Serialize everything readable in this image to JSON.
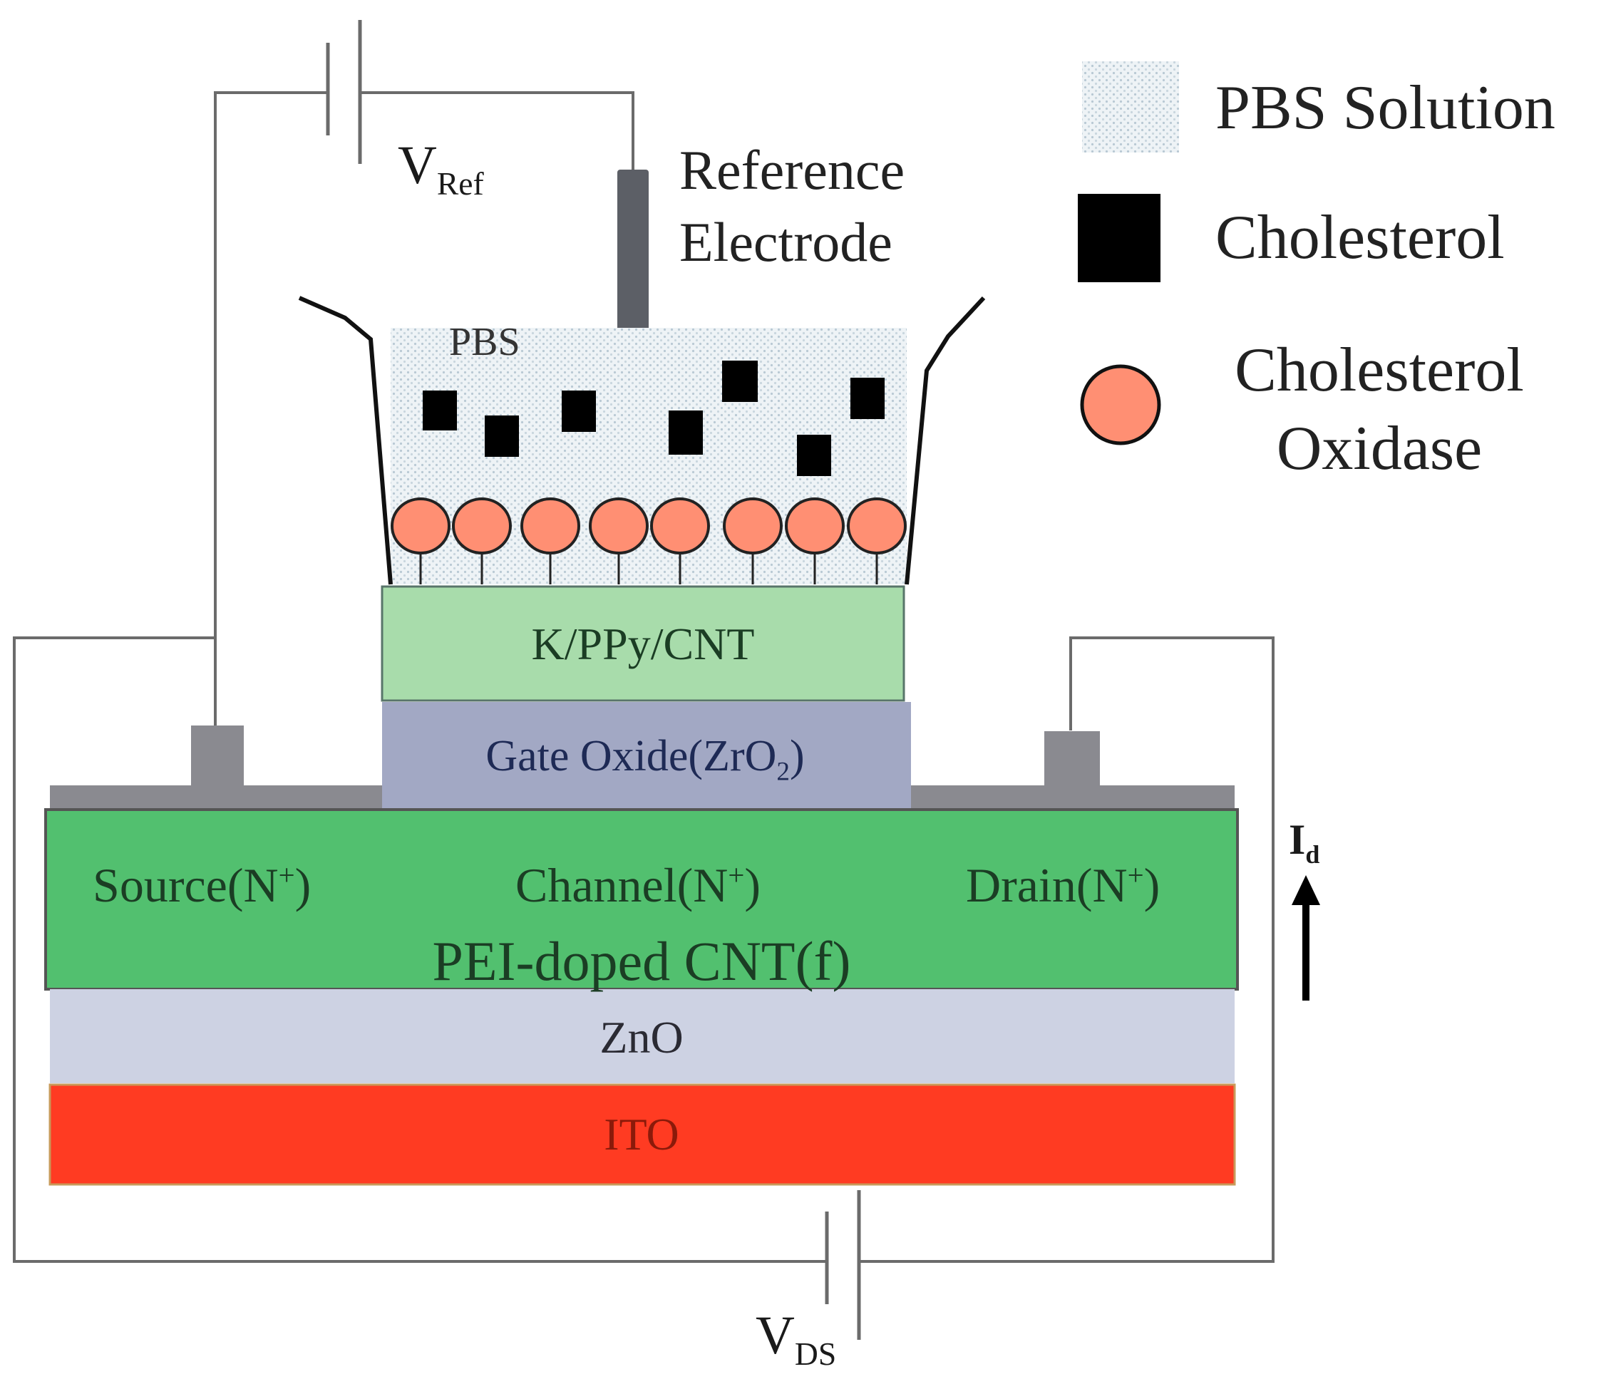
{
  "legend": {
    "pbs_solution": "PBS Solution",
    "cholesterol": "Cholesterol",
    "cholesterol_oxidase_line1": "Cholesterol",
    "cholesterol_oxidase_line2": "Oxidase"
  },
  "circuit": {
    "v_ref_main": "V",
    "v_ref_sub": "Ref",
    "v_ds_main": "V",
    "v_ds_sub": "DS",
    "i_d_main": "I",
    "i_d_sub": "d"
  },
  "electrode": {
    "line1": "Reference",
    "line2": "Electrode"
  },
  "well": {
    "pbs": "PBS"
  },
  "layers": {
    "k_ppy_cnt": "K/PPy/CNT",
    "gate_oxide_pre": "Gate Oxide(ZrO",
    "gate_oxide_sub": "2",
    "gate_oxide_post": ")",
    "source_pre": "Source(N",
    "source_sup": "+",
    "source_post": ")",
    "channel_pre": "Channel(N",
    "channel_sup": "+",
    "channel_post": ")",
    "drain_pre": "Drain(N",
    "drain_sup": "+",
    "drain_post": ")",
    "pei_cnt": "PEI-doped CNT(f)",
    "zno": "ZnO",
    "ito": "ITO"
  },
  "colors": {
    "wire": "#6b6b6b",
    "contact": "#8a8a90",
    "k_ppy_cnt": "#a8dcab",
    "gate_oxide": "#a2a8c4",
    "pei_cnt": "#52c06f",
    "zno": "#cdd2e3",
    "ito": "#ff3b22",
    "enzyme": "#ff8f73",
    "cholesterol": "#000000",
    "pbs": "#e3ecf2"
  }
}
